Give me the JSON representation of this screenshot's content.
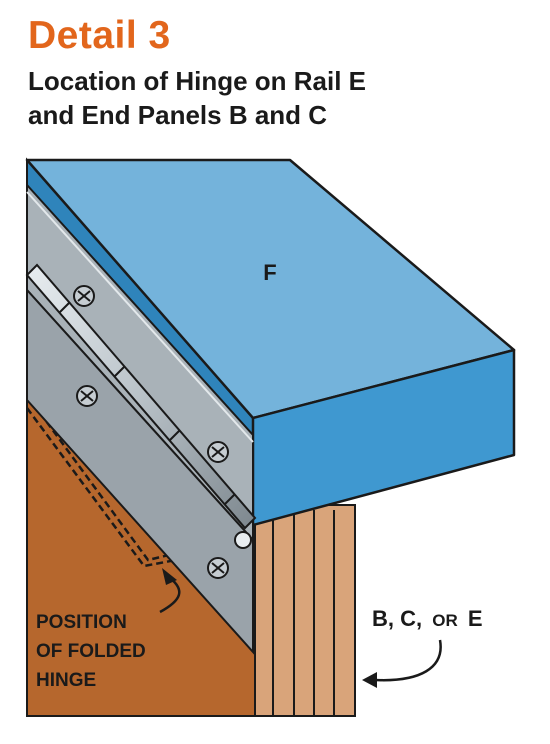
{
  "header": {
    "title": "Detail 3",
    "subtitle_line1": "Location of Hinge on Rail E",
    "subtitle_line2": "and End Panels B and C"
  },
  "labels": {
    "part_f": "F",
    "bce_main": "B, C,",
    "bce_or": "OR",
    "bce_e": "E",
    "hinge_line1": "POSITION",
    "hinge_line2": "OF FOLDED",
    "hinge_line3": "HINGE"
  },
  "colors": {
    "title_orange": "#e2661c",
    "top_blue": "#74b3db",
    "front_blue": "#3f98d0",
    "panel_brown": "#b6672d",
    "board_tan": "#d9a47a",
    "hinge_metal": "#a9b2b8"
  }
}
